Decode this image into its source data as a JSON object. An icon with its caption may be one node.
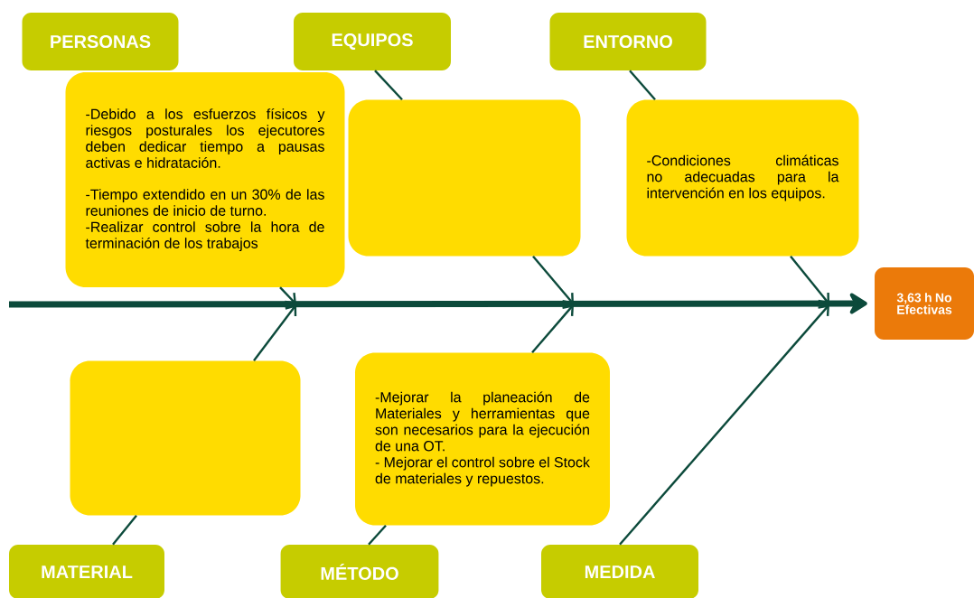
{
  "diagram": {
    "nodes": [
      {
        "text": [
          "PERSONAS"
        ]
      },
      {
        "text": [
          "EQUIPOS"
        ]
      },
      {
        "text": [
          "ENTORNO"
        ]
      },
      {
        "text": [
          "-Debido a los esfuerzos físicos y riesgos posturales los ejecutores deben dedicar tiempo a pausas activas e hidratación.",
          "-Tiempo extendido en un 30% de las reuniones de inicio de turno.",
          "-Realizar control sobre la hora de terminación de los trabajos"
        ]
      },
      {
        "text": [],
        "shape": "box"
      },
      {
        "text": [
          "-Condiciones climáticas no adecuadas para la intervención en los equipos."
        ]
      },
      {
        "text": [
          "3,63 h No Efectivas"
        ]
      },
      {
        "text": [],
        "shape": "box"
      },
      {
        "text": [
          "-Mejorar la planeación de Materiales y herramientas que son necesarios para la ejecución de una OT.",
          "- Mejorar el control sobre el Stock de materiales y repuestos."
        ]
      },
      {
        "text": [
          "MATERIAL"
        ]
      },
      {
        "text": [
          "MÉTODO"
        ]
      },
      {
        "text": [
          "MEDIDA"
        ]
      }
    ],
    "edges": [
      {
        "from": null,
        "to": 6,
        "arrow": "to",
        "style": "thick"
      },
      {
        "from": 3,
        "to": null,
        "arrow": "to"
      },
      {
        "from": 1,
        "to": 4,
        "arrow": "none"
      },
      {
        "from": 4,
        "to": null,
        "arrow": "to"
      },
      {
        "from": 2,
        "to": 5,
        "arrow": "none"
      },
      {
        "from": 5,
        "to": null,
        "arrow": "to"
      },
      {
        "from": 9,
        "to": 7,
        "arrow": "none"
      },
      {
        "from": 7,
        "to": null,
        "arrow": "to"
      },
      {
        "from": 10,
        "to": 8,
        "arrow": "none"
      },
      {
        "from": 8,
        "to": null,
        "arrow": "to"
      },
      {
        "from": 11,
        "to": null,
        "arrow": "to"
      }
    ]
  }
}
